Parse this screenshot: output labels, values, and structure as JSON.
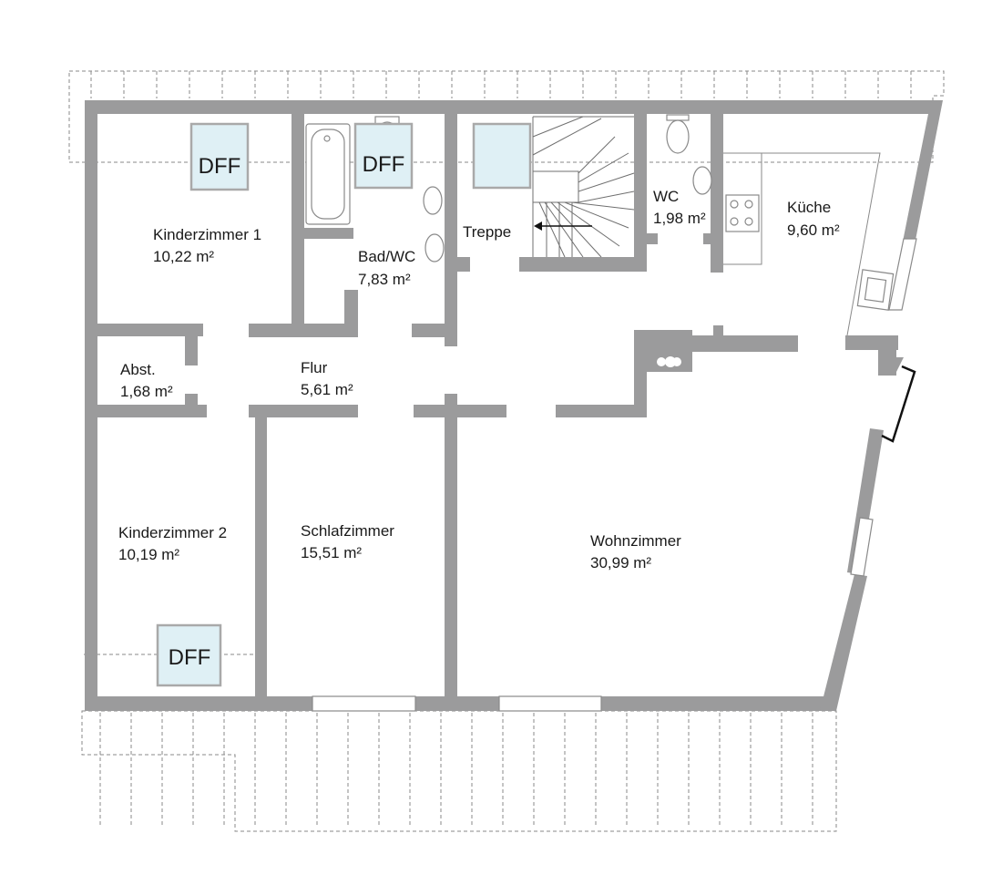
{
  "rooms": {
    "kinderzimmer1": {
      "name": "Kinderzimmer 1",
      "area": "10,22 m²"
    },
    "badwc": {
      "name": "Bad/WC",
      "area": "7,83 m²"
    },
    "treppe": {
      "name": "Treppe"
    },
    "wc": {
      "name": "WC",
      "area": "1,98 m²"
    },
    "kueche": {
      "name": "Küche",
      "area": "9,60 m²"
    },
    "abst": {
      "name": "Abst.",
      "area": "1,68 m²"
    },
    "flur": {
      "name": "Flur",
      "area": "5,61 m²"
    },
    "kinderzimmer2": {
      "name": "Kinderzimmer 2",
      "area": "10,19 m²"
    },
    "schlafzimmer": {
      "name": "Schlafzimmer",
      "area": "15,51 m²"
    },
    "wohnzimmer": {
      "name": "Wohnzimmer",
      "area": "30,99 m²"
    }
  },
  "skylights": {
    "kinderzimmer1": "DFF",
    "badwc": "DFF",
    "kinderzimmer2": "DFF"
  },
  "colors": {
    "wall": "#9b9b9c",
    "skylight": "#dff0f5"
  }
}
